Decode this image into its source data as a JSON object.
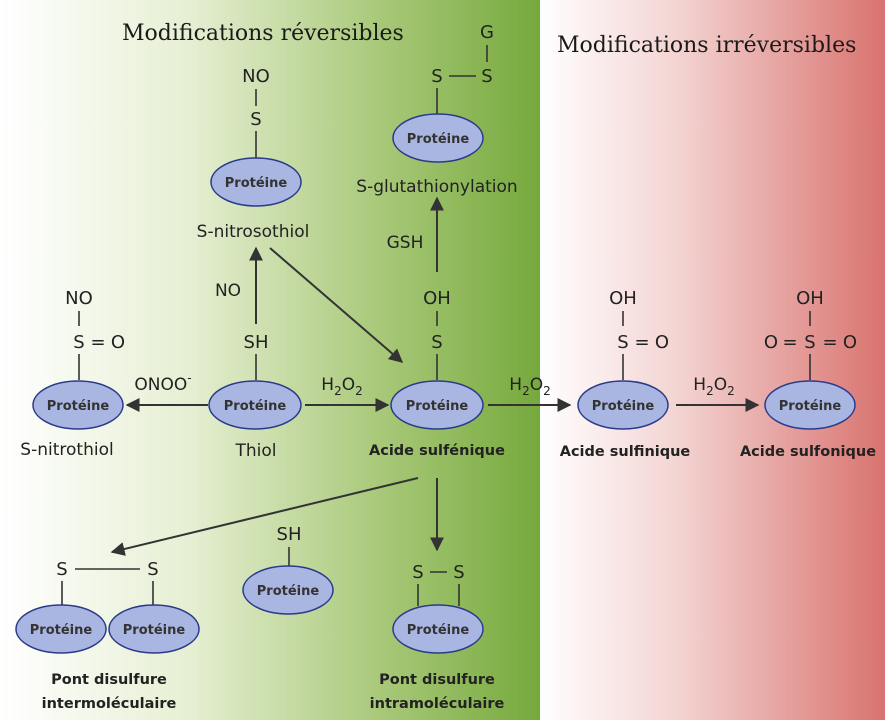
{
  "headers": {
    "reversible": "Modifications réversibles",
    "irreversible": "Modifications irréversibles"
  },
  "protein_label": "Protéine",
  "atoms": {
    "NO": "NO",
    "S": "S",
    "SH": "SH",
    "OH": "OH",
    "O": "O",
    "G": "G",
    "eq": "=",
    "dash": "—"
  },
  "reagents": {
    "NO": "NO",
    "ONOO": "ONOO",
    "ONOO_sup": "-",
    "GSH": "GSH",
    "H2O2_H": "H",
    "H2O2_2": "2",
    "H2O2_O": "O"
  },
  "species": {
    "s_nitrosothiol": "S-nitrosothiol",
    "s_glutathionylation": "S-glutathionylation",
    "s_nitrothiol": "S-nitrothiol",
    "thiol": "Thiol",
    "acide_sulfenique": "Acide sulfénique",
    "acide_sulfinique": "Acide sulfinique",
    "acide_sulfonique": "Acide sulfonique",
    "pont_inter_1": "Pont disulfure",
    "pont_inter_2": "intermoléculaire",
    "pont_intra_1": "Pont disulfure",
    "pont_intra_2": "intramoléculaire"
  },
  "colors": {
    "reversible_green": "#76a93c",
    "irreversible_red": "#d9736f",
    "protein_fill": "#a9b6e2",
    "protein_stroke": "#2a3a8a"
  }
}
